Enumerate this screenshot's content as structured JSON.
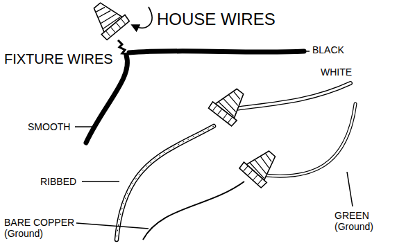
{
  "diagram": {
    "labels": [
      "HOUSE WIRES",
      "FIXTURE WIRES",
      "BLACK",
      "WHITE",
      "SMOOTH",
      "RIBBED",
      "BARE COPPER (Ground)",
      "GREEN (Ground)"
    ]
  }
}
